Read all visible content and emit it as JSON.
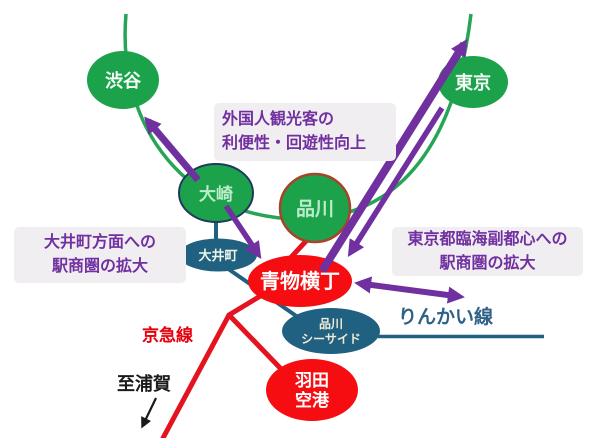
{
  "diagram": {
    "nodes": {
      "shibuya": {
        "label": "渋谷"
      },
      "tokyo": {
        "label": "東京"
      },
      "osaki": {
        "label": "大崎"
      },
      "shinagawa": {
        "label": "品川"
      },
      "oimachi": {
        "label": "大井町"
      },
      "aomono_yokocho": {
        "label": "青物横丁"
      },
      "shinagawa_seaside": {
        "line1": "品川",
        "line2": "シーサイド"
      },
      "haneda_airport": {
        "line1": "羽田",
        "line2": "空港"
      }
    },
    "callouts": {
      "tourist": {
        "line1": "外国人観光客の",
        "line2": "利便性・回遊性向上"
      },
      "oimachi_area": {
        "line1": "大井町方面への",
        "line2": "駅商圏の拡大"
      },
      "waterfront": {
        "line1": "東京都臨海副都心への",
        "line2": "駅商圏の拡大"
      }
    },
    "line_labels": {
      "rinkai_line": "りんかい線",
      "keikyu_line": "京急線",
      "to_uraga": "至浦賀"
    }
  },
  "colors": {
    "station_green": "#1da24c",
    "green_line": "#27a557",
    "teal": "#206080",
    "red_node": "#f50d12",
    "red_line": "#e4131f",
    "purple": "#7030a0",
    "shinagawa_border": "#a8432a",
    "osaki_border": "#1f3a5f",
    "callout_bg": "#f1eef1",
    "rinkai_text": "#2d6186",
    "keikyu_text": "#e8000d",
    "black": "#1a1a1a",
    "node_text_light": "#ffffff",
    "node_text_pale_green": "#bdeccb",
    "seaside_text": "#f0ead8"
  }
}
